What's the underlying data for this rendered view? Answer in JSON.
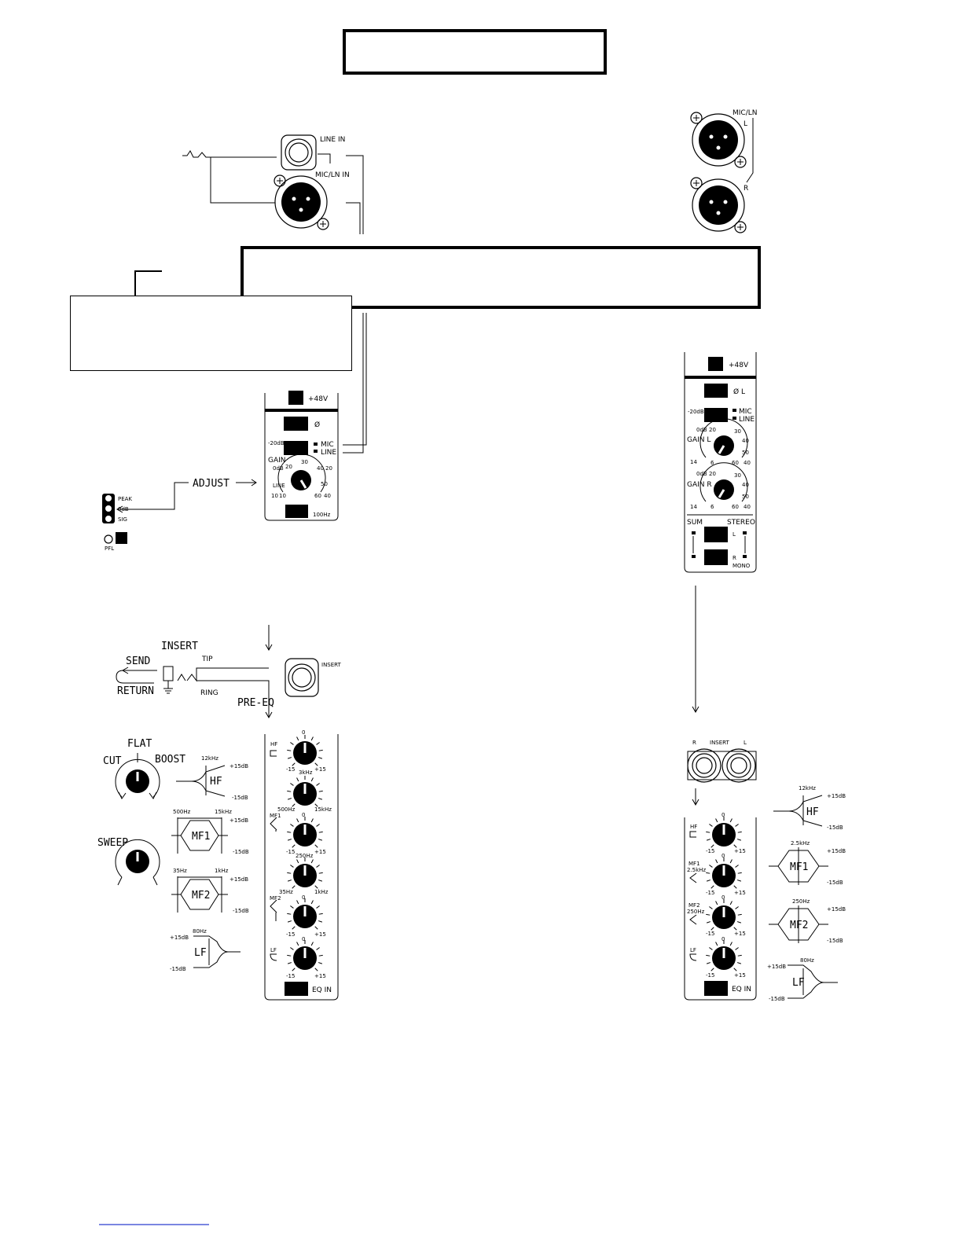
{
  "labels": {
    "line_in": "LINE IN",
    "mic_ln_in": "MIC/LN IN",
    "mic_ln": "MIC/LN",
    "l": "L",
    "r": "R",
    "plus48v": "+48V",
    "phase": "Ø",
    "phase_l": "Ø L",
    "pad": "-20dB PAD",
    "mic": "MIC",
    "line": "LINE",
    "gain": "GAIN",
    "gain_l": "GAIN L",
    "gain_r": "GAIN R",
    "adjust": "ADJUST",
    "peak": "PEAK",
    "zero_db": "0dB",
    "sig": "SIG",
    "pfl": "PFL",
    "hz100": "100Hz",
    "sum": "SUM",
    "stereo": "STEREO",
    "mono": "MONO",
    "insert": "INSERT",
    "send": "SEND",
    "return": "RETURN",
    "tip": "TIP",
    "ring": "RING",
    "pre_eq": "PRE-EQ",
    "flat": "FLAT",
    "cut": "CUT",
    "boost": "BOOST",
    "sweep": "SWEEP",
    "hf": "HF",
    "mf1": "MF1",
    "mf2": "MF2",
    "lf": "LF",
    "eq_in": "EQ IN",
    "plus15db": "+15dB",
    "minus15db": "-15dB",
    "hz12k": "12kHz",
    "hz500": "500Hz",
    "hz15k": "15kHz",
    "hz35": "35Hz",
    "hz1k": "1kHz",
    "hz80": "80Hz",
    "hz3k": "3kHz",
    "hz250": "250Hz",
    "hz25k": "2.5kHz",
    "zero": "0",
    "minus15": "-15",
    "plus15": "+15",
    "gain_scale": {
      "s0db": "0dB",
      "s10": "10",
      "s20": "20",
      "s30": "30",
      "s40": "40",
      "s50": "50",
      "s60": "60",
      "s6": "6",
      "s14": "14"
    }
  }
}
